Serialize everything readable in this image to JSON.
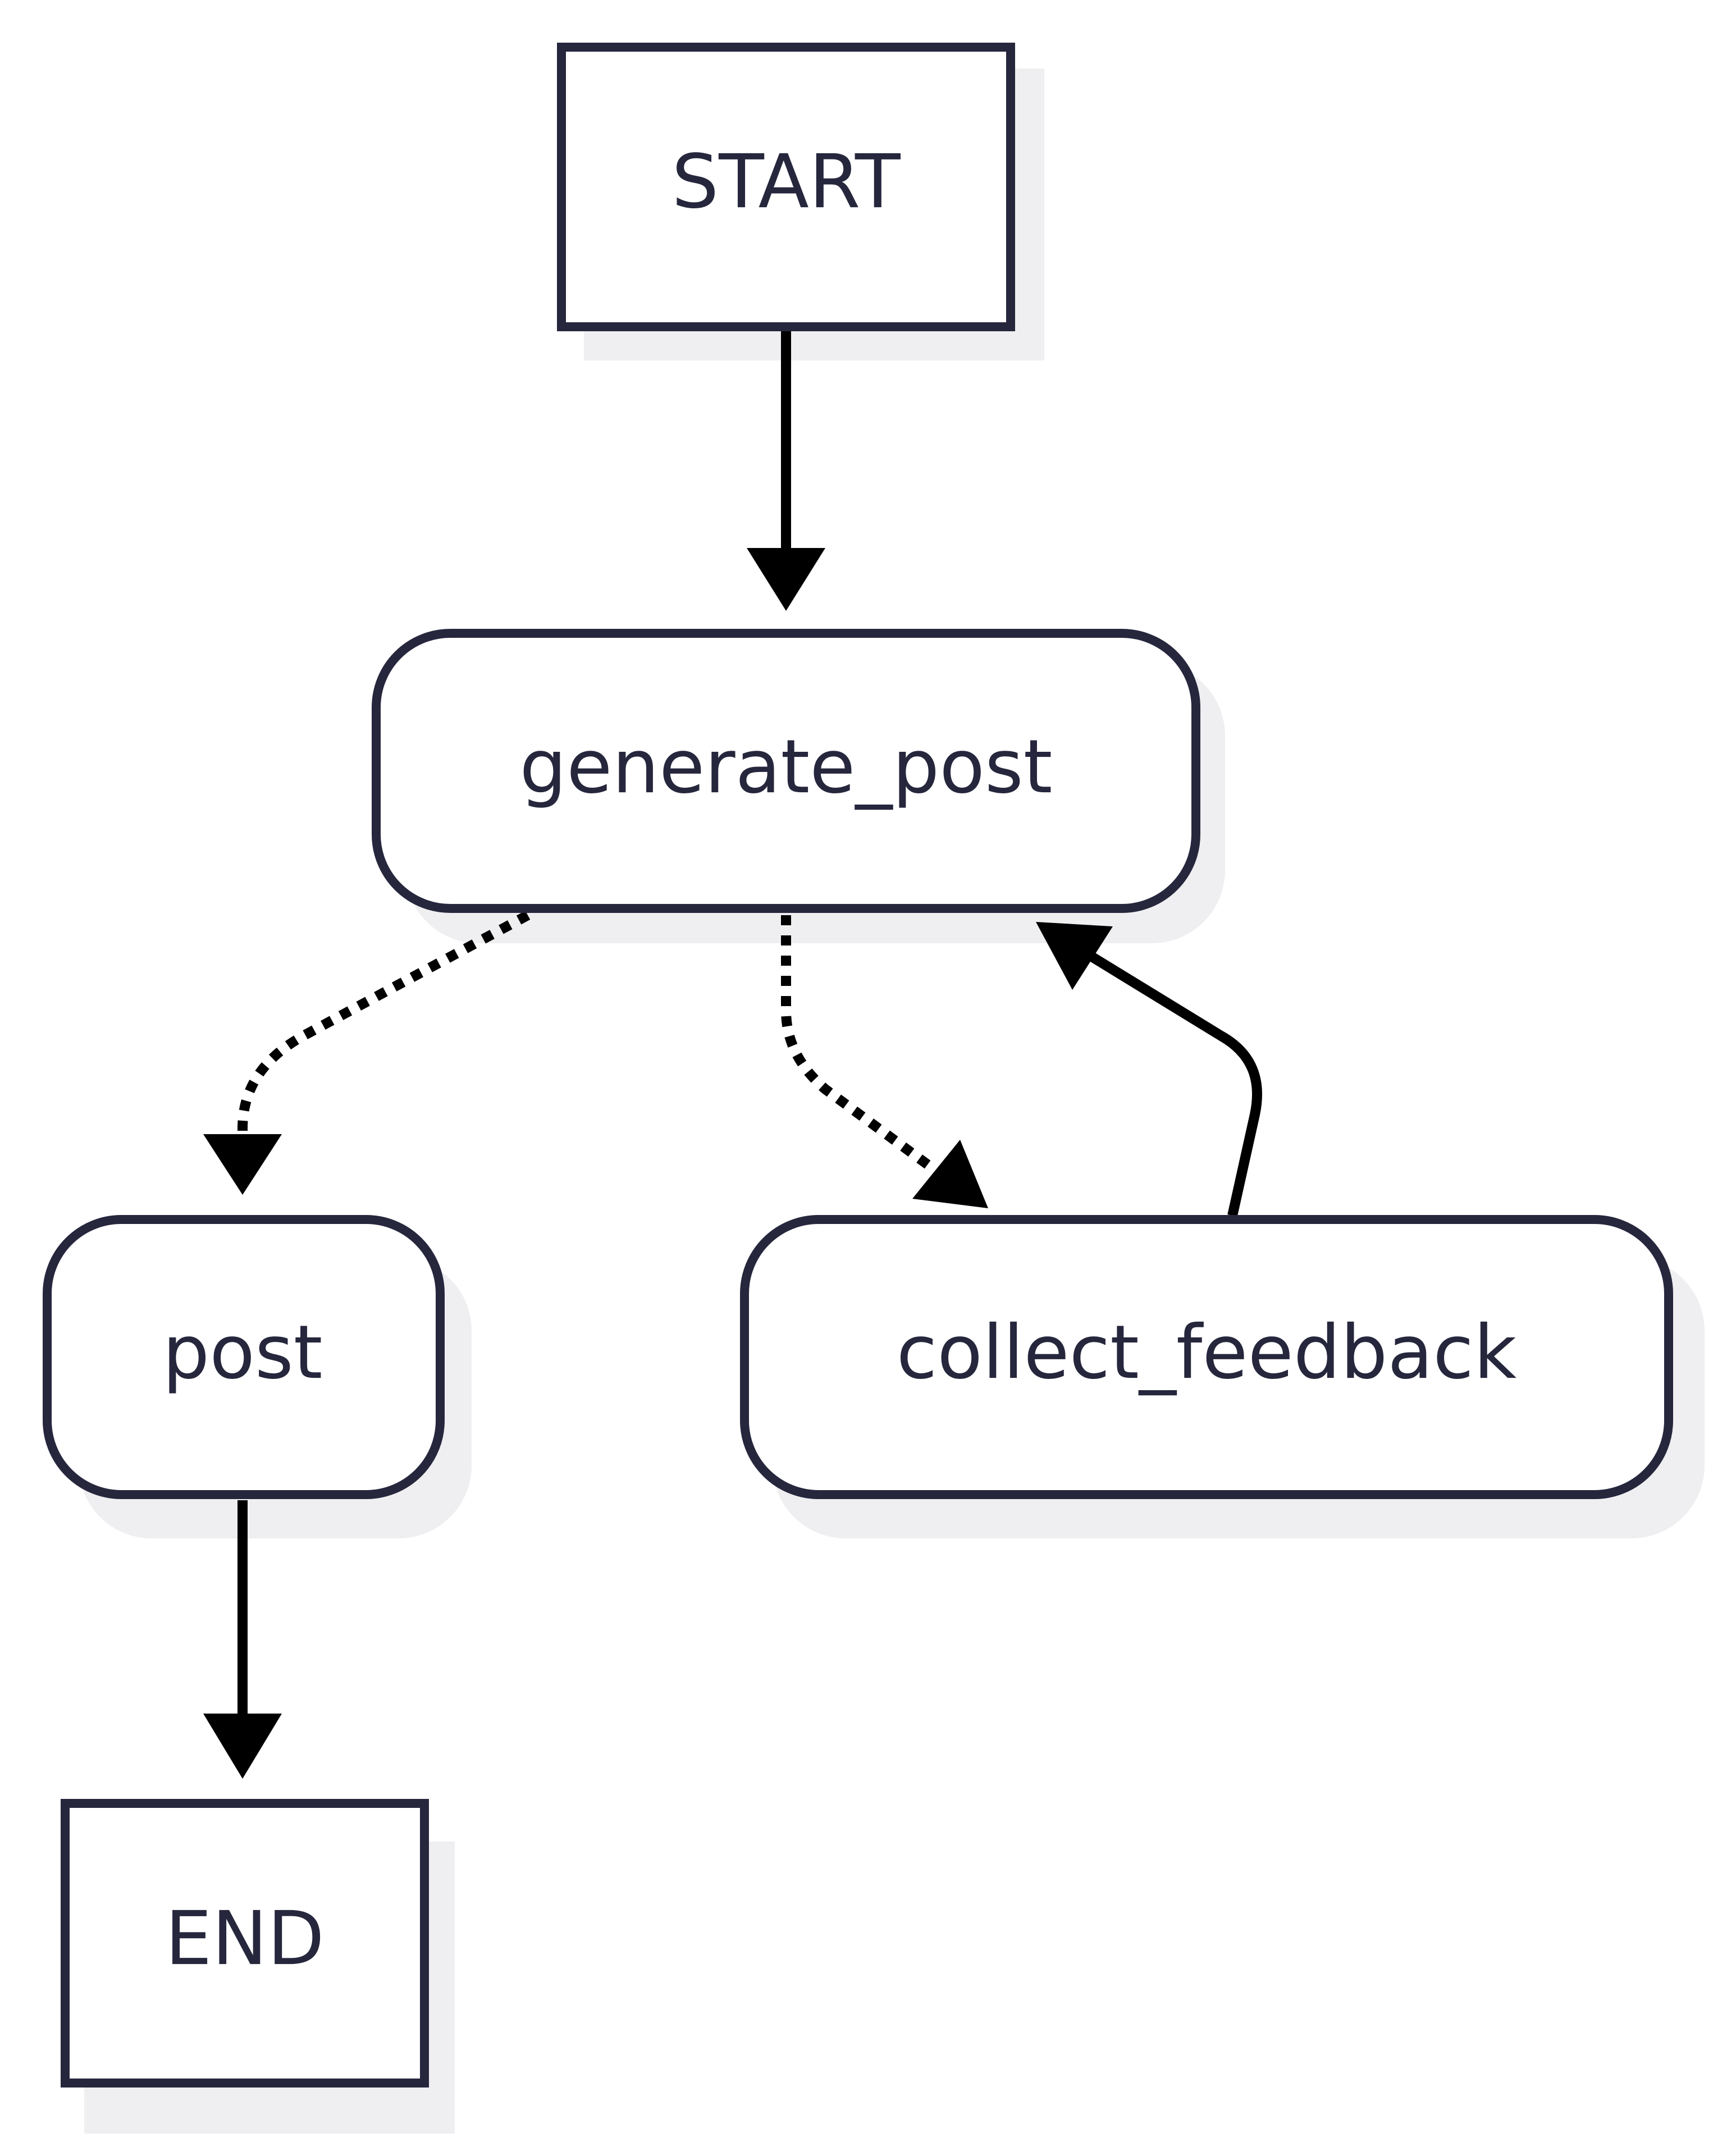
{
  "nodes": {
    "start": {
      "label": "START"
    },
    "generate_post": {
      "label": "generate_post"
    },
    "post": {
      "label": "post"
    },
    "collect_feedback": {
      "label": "collect_feedback"
    },
    "end": {
      "label": "END"
    }
  },
  "colors": {
    "node_border": "#26263d",
    "node_text": "#26263d",
    "edge": "#000000",
    "shadow": "#efeff1",
    "background": "#ffffff"
  },
  "edges": [
    {
      "from": "start",
      "to": "generate_post",
      "style": "solid"
    },
    {
      "from": "generate_post",
      "to": "post",
      "style": "dotted"
    },
    {
      "from": "generate_post",
      "to": "collect_feedback",
      "style": "dotted"
    },
    {
      "from": "collect_feedback",
      "to": "generate_post",
      "style": "solid"
    },
    {
      "from": "post",
      "to": "end",
      "style": "solid"
    }
  ]
}
